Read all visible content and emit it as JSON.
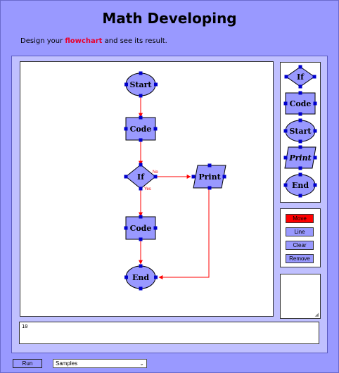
{
  "header": {
    "title": "Math Developing",
    "subtitle_prefix": "Design your",
    "subtitle_highlight": "flowchart",
    "subtitle_suffix": "and see its result."
  },
  "flowchart": {
    "nodes": {
      "start": "Start",
      "code1": "Code",
      "if": "If",
      "print": "Print",
      "code2": "Code",
      "end": "End"
    },
    "edge_labels": {
      "no": "No",
      "yes": "Yes"
    }
  },
  "palette": {
    "if": "If",
    "code": "Code",
    "start": "Start",
    "print": "Print",
    "end": "End"
  },
  "tools": {
    "move": "Move",
    "line": "Line",
    "clear": "Clear",
    "remove": "Remove",
    "active": "move"
  },
  "output": {
    "text": "10"
  },
  "controls": {
    "run_label": "Run",
    "samples_selected": "Samples"
  },
  "colors": {
    "background": "#9999ff",
    "shape_fill": "#9999ff",
    "connector": "#ff0000",
    "handle": "#0000cc",
    "active_tool": "#ff0000"
  }
}
